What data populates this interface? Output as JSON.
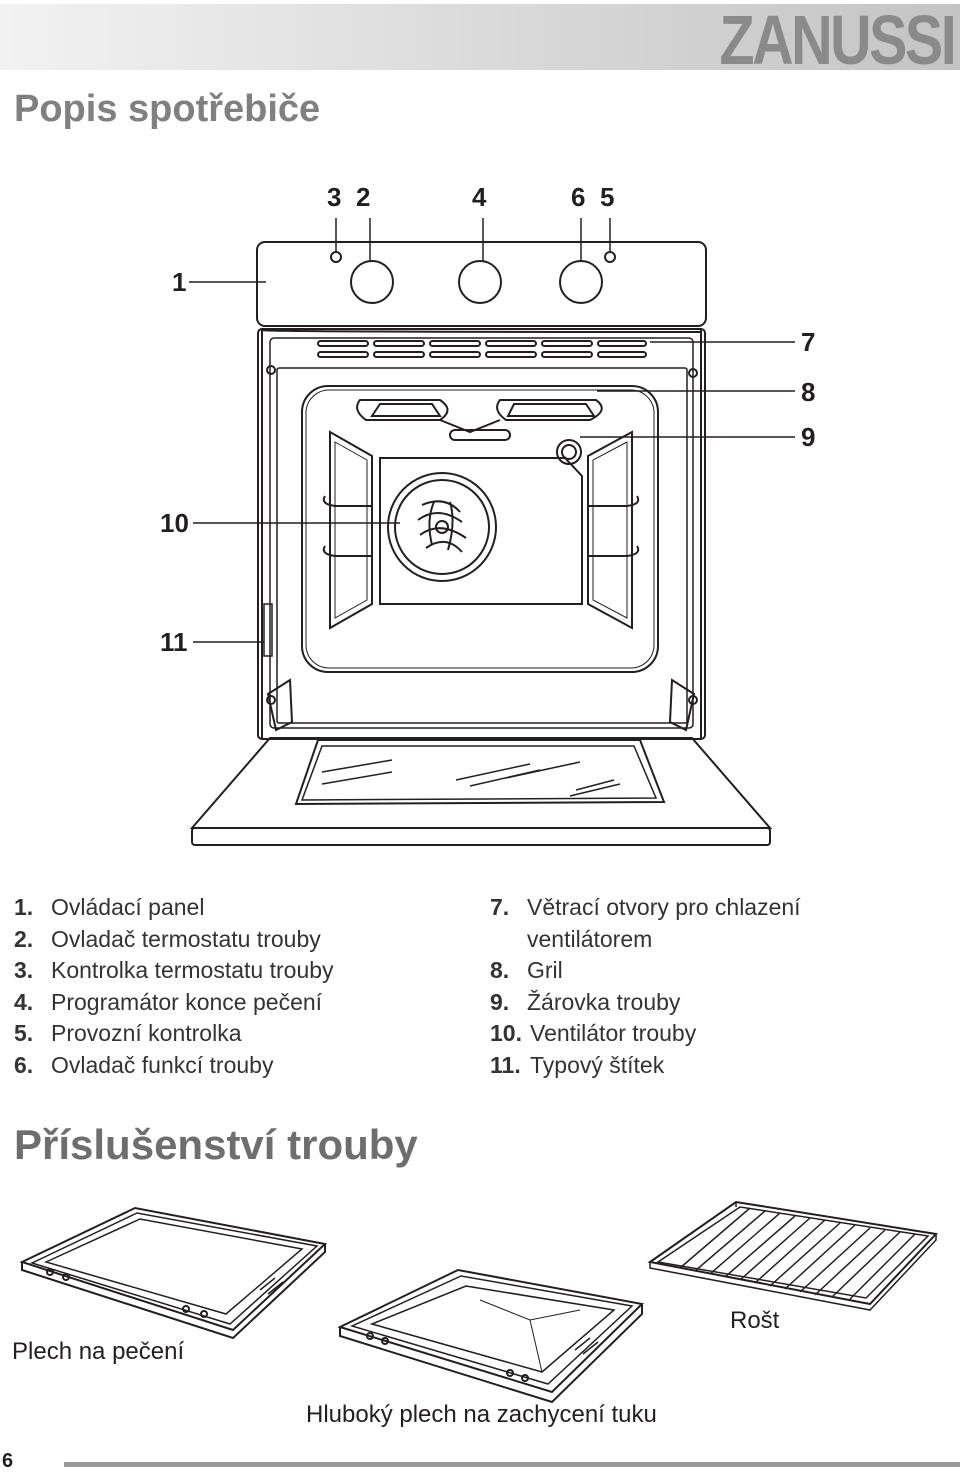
{
  "brand": "ZANUSSI",
  "section_title_1": "Popis spotřebiče",
  "section_title_2": "Příslušenství trouby",
  "diagram_labels": {
    "l1": "1",
    "l2": "2",
    "l3": "3",
    "l4": "4",
    "l5": "5",
    "l6": "6",
    "l7": "7",
    "l8": "8",
    "l9": "9",
    "l10": "10",
    "l11": "11"
  },
  "legend_left": [
    {
      "num": "1.",
      "text": "Ovládací panel"
    },
    {
      "num": "2.",
      "text": "Ovladač termostatu trouby"
    },
    {
      "num": "3.",
      "text": "Kontrolka termostatu trouby"
    },
    {
      "num": "4.",
      "text": "Programátor konce pečení"
    },
    {
      "num": "5.",
      "text": "Provozní kontrolka"
    },
    {
      "num": "6.",
      "text": "Ovladač funkcí trouby"
    }
  ],
  "legend_right": [
    {
      "num": "7.",
      "text": "Větrací otvory pro chlazení"
    },
    {
      "num": "",
      "text": "ventilátorem"
    },
    {
      "num": "8.",
      "text": "Gril"
    },
    {
      "num": "9.",
      "text": "Žárovka trouby"
    },
    {
      "num": "10.",
      "text": "Ventilátor trouby"
    },
    {
      "num": "11.",
      "text": "Typový štítek"
    }
  ],
  "accessories": {
    "baking_tray": "Plech na pečení",
    "deep_tray": "Hluboký plech na zachycení tuku",
    "grid": "Rošt"
  },
  "page_number": "6"
}
